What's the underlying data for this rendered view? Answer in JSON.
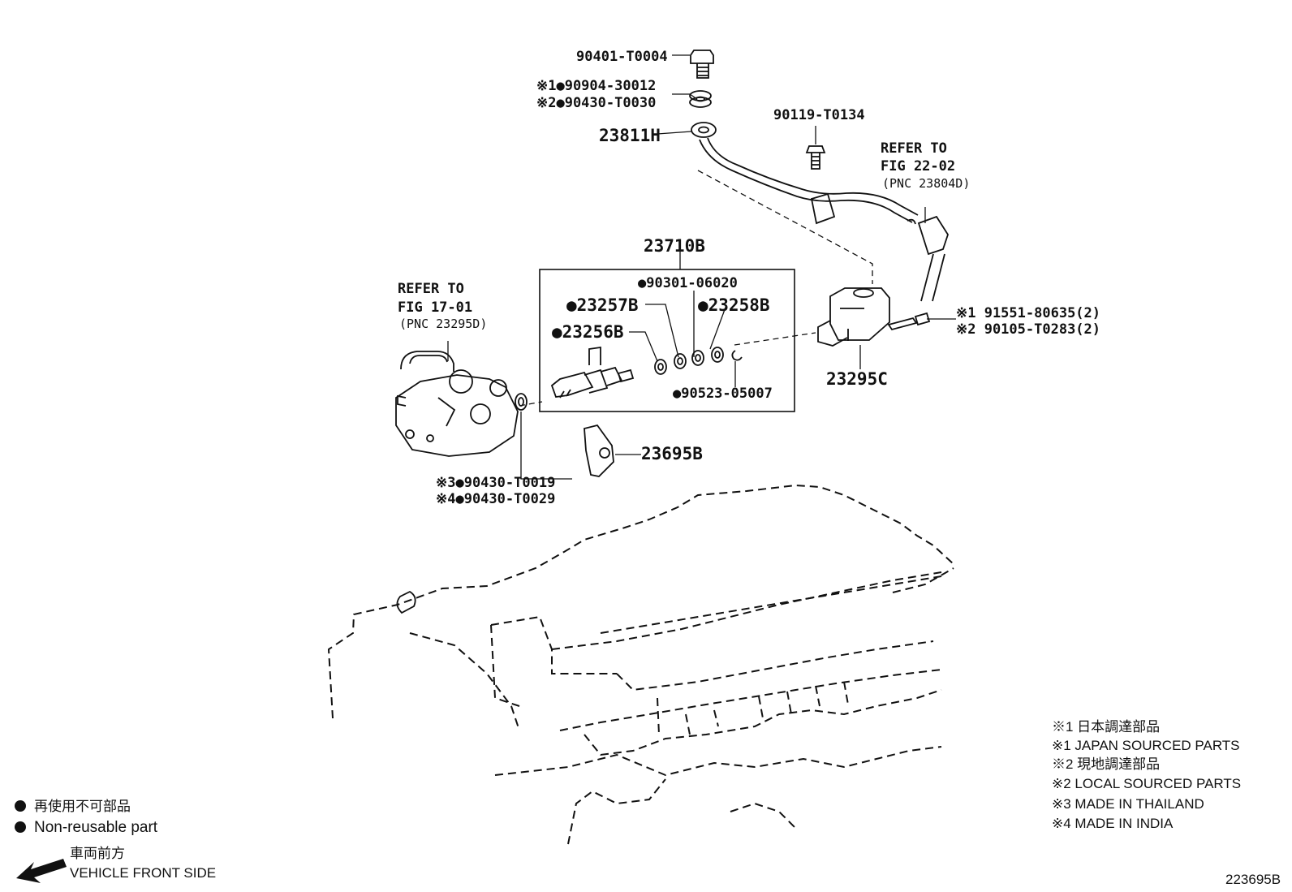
{
  "diagram_number": "223695B",
  "callouts": {
    "bolt_top": "90401-T0004",
    "gasket_j": "※1●90904-30012",
    "gasket_l": "※2●90430-T0030",
    "fuel_tube": "23811H",
    "bolt_tube": "90119-T0134",
    "refer_22_line1": "REFER TO",
    "refer_22_line2": "FIG 22-02",
    "refer_22_line3": "(PNC 23804D)",
    "injector_set": "23710B",
    "insulator_a": "●90301-06020",
    "oring_b": "●23257B",
    "cushion": "●23258B",
    "oring_a": "●23256B",
    "clip": "●90523-05007",
    "delivery_pipe": "23295C",
    "bolt_pipe_j": "※1 91551-80635(2)",
    "bolt_pipe_l": "※2 90105-T0283(2)",
    "refer_17_line1": "REFER TO",
    "refer_17_line2": "FIG 17-01",
    "refer_17_line3": "(PNC 23295D)",
    "washer_th": "※3●90430-T0019",
    "washer_in": "※4●90430-T0029",
    "injector_clamp": "23695B"
  },
  "legend": {
    "non_reusable_jp": "再使用不可部品",
    "non_reusable_en": "Non-reusable part",
    "front_jp": "車両前方",
    "front_en": "VEHICLE FRONT SIDE",
    "notes": [
      "※1 日本調達部品",
      "※1 JAPAN SOURCED PARTS",
      "※2 現地調達部品",
      "※2 LOCAL SOURCED PARTS",
      "※3 MADE IN THAILAND",
      "※4 MADE IN INDIA"
    ]
  }
}
